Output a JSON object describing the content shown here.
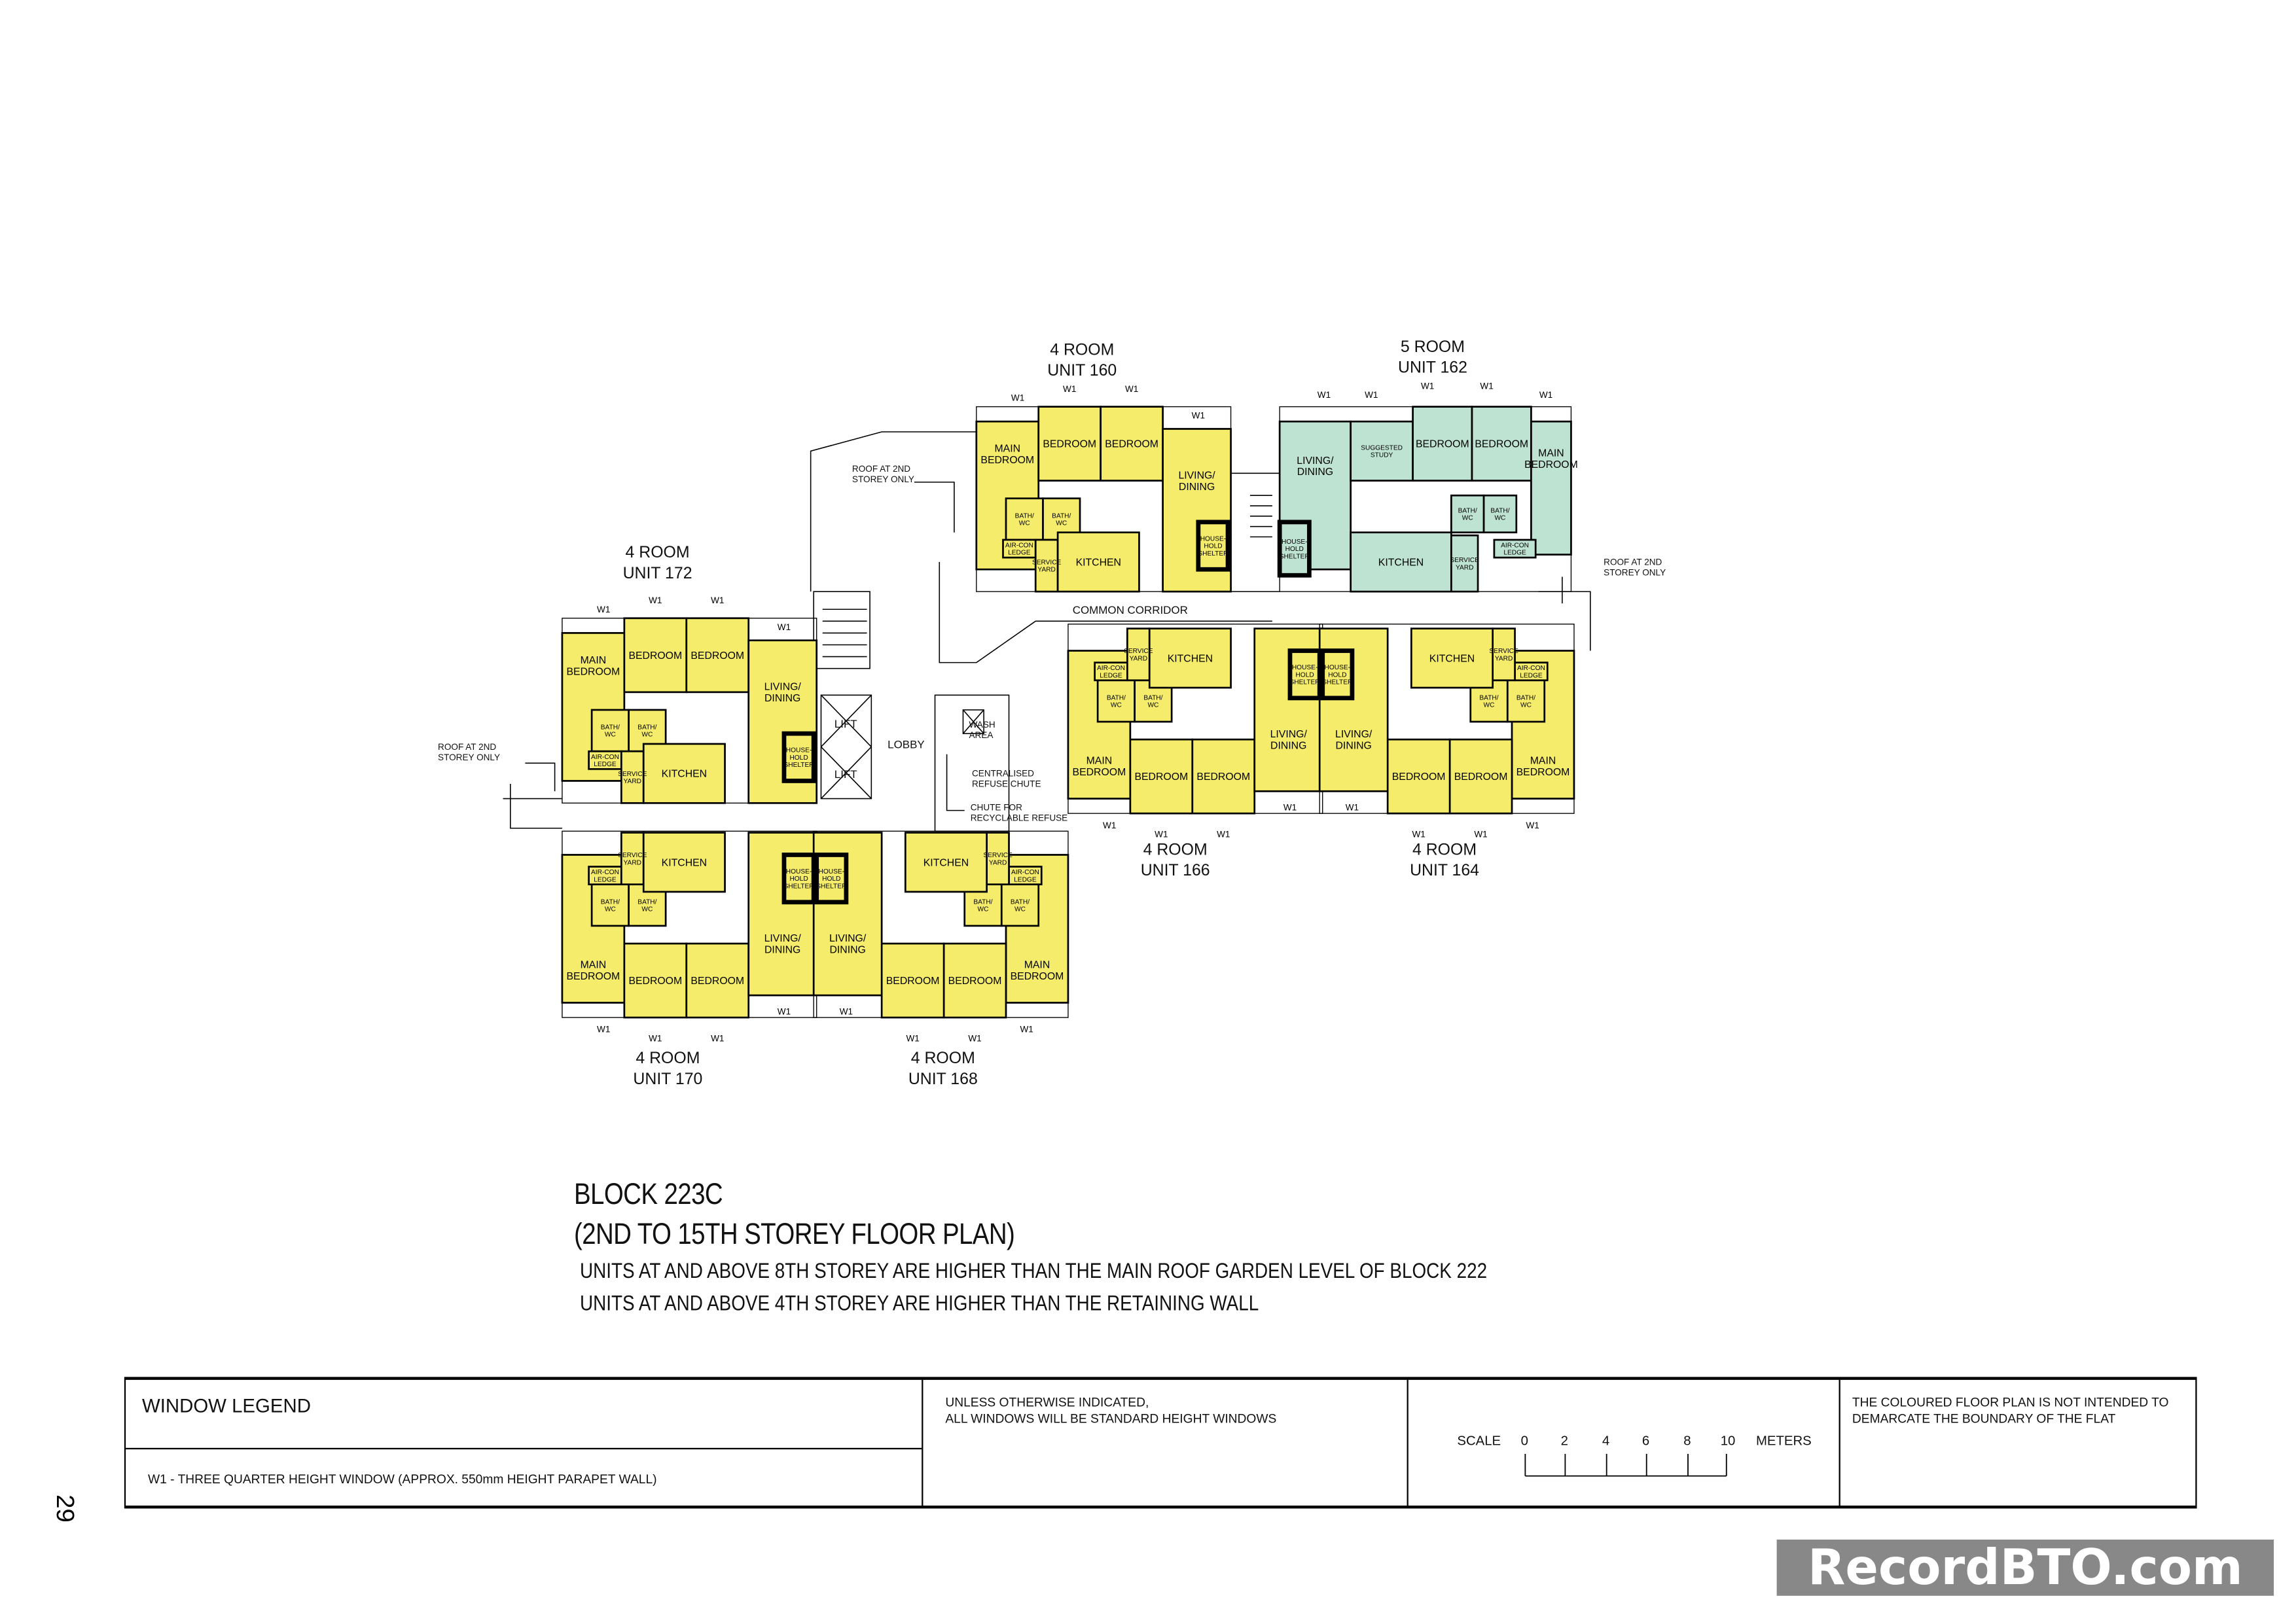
{
  "colors": {
    "four_room": "#f5ec6b",
    "five_room": "#bfe3d3",
    "wall": "#000000",
    "watermark_bg": "#888888"
  },
  "units": [
    {
      "type": "4 ROOM",
      "unit": "UNIT 160"
    },
    {
      "type": "5 ROOM",
      "unit": "UNIT 162"
    },
    {
      "type": "4 ROOM",
      "unit": "UNIT 172"
    },
    {
      "type": "4 ROOM",
      "unit": "UNIT 166"
    },
    {
      "type": "4 ROOM",
      "unit": "UNIT 164"
    },
    {
      "type": "4 ROOM",
      "unit": "UNIT 170"
    },
    {
      "type": "4 ROOM",
      "unit": "UNIT 168"
    }
  ],
  "rooms": {
    "main_bedroom": "MAIN BEDROOM",
    "bedroom": "BEDROOM",
    "living_dining": "LIVING/ DINING",
    "bath_wc": "BATH/ WC",
    "aircon_ledge": "AIR-CON LEDGE",
    "service_yard": "SERVICE YARD",
    "kitchen": "KITCHEN",
    "household_shelter": "HOUSE- HOLD SHELTER",
    "suggested_study": "SUGGESTED STUDY"
  },
  "window_code": "W1",
  "annotations": {
    "roof_2nd": "ROOF AT 2ND STOREY ONLY",
    "common_corridor": "COMMON CORRIDOR",
    "lift": "LIFT",
    "lobby": "LOBBY",
    "wash_area": "WASH AREA",
    "refuse_chute": "CENTRALISED REFUSE CHUTE",
    "recycle_chute": "CHUTE FOR RECYCLABLE REFUSE"
  },
  "title": {
    "block": "BLOCK 223C",
    "plan": "(2ND TO 15TH STOREY FLOOR PLAN)",
    "note1": "UNITS AT AND ABOVE 8TH STOREY ARE HIGHER THAN THE MAIN ROOF GARDEN LEVEL OF BLOCK 222",
    "note2": "UNITS AT AND ABOVE 4TH STOREY ARE HIGHER THAN THE RETAINING WALL"
  },
  "legend": {
    "heading": "WINDOW LEGEND",
    "w1": "W1 - THREE QUARTER HEIGHT WINDOW (APPROX. 550mm HEIGHT PARAPET WALL)",
    "standard_line1": "UNLESS OTHERWISE INDICATED,",
    "standard_line2": "ALL WINDOWS WILL BE STANDARD HEIGHT WINDOWS",
    "scale_label": "SCALE",
    "scale_ticks": [
      "0",
      "2",
      "4",
      "6",
      "8",
      "10"
    ],
    "scale_unit": "METERS",
    "disclaimer": "THE COLOURED FLOOR PLAN IS NOT INTENDED TO DEMARCATE THE BOUNDARY OF THE FLAT"
  },
  "page_number": "29",
  "watermark": "RecordBTO.com"
}
